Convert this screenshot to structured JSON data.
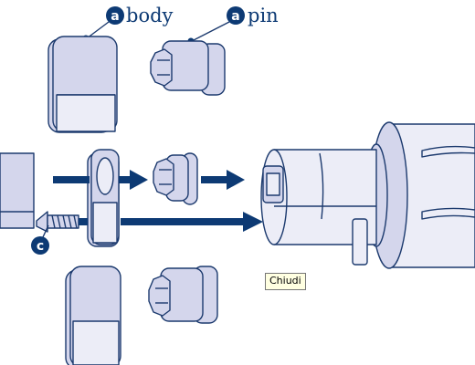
{
  "labels": {
    "body": "body",
    "pin": "pin",
    "badge_body": "a",
    "badge_pin": "a",
    "badge_screw": "c"
  },
  "tooltip": {
    "text": "Chiudi"
  },
  "colors": {
    "ink": "#0d3a74",
    "part_fill": "#d4d6ec",
    "outline": "#1c3a6e",
    "tooltip_bg": "#ffffe1"
  }
}
